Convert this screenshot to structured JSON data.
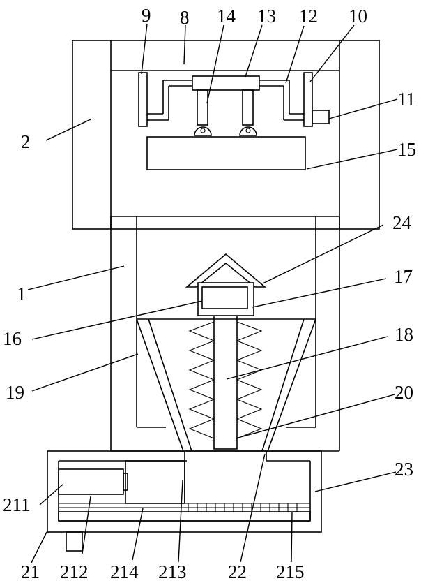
{
  "labels": {
    "l1": "1",
    "l2": "2",
    "l8": "8",
    "l9": "9",
    "l10": "10",
    "l11": "11",
    "l12": "12",
    "l13": "13",
    "l14": "14",
    "l15": "15",
    "l16": "16",
    "l17": "17",
    "l18": "18",
    "l19": "19",
    "l20": "20",
    "l21": "21",
    "l22": "22",
    "l23": "23",
    "l24": "24",
    "l211": "211",
    "l212": "212",
    "l213": "213",
    "l214": "214",
    "l215": "215"
  }
}
